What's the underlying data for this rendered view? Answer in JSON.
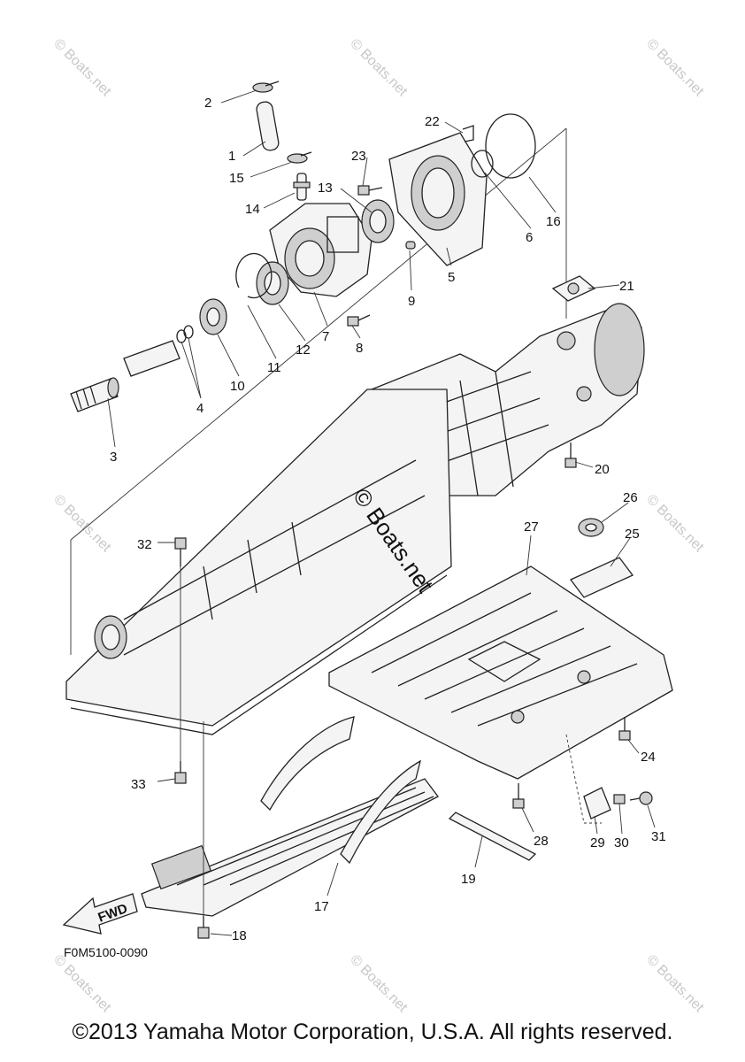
{
  "callouts": [
    {
      "id": "1",
      "label": "1"
    },
    {
      "id": "2",
      "label": "2"
    },
    {
      "id": "3",
      "label": "3"
    },
    {
      "id": "4",
      "label": "4"
    },
    {
      "id": "5",
      "label": "5"
    },
    {
      "id": "6",
      "label": "6"
    },
    {
      "id": "7",
      "label": "7"
    },
    {
      "id": "8",
      "label": "8"
    },
    {
      "id": "9",
      "label": "9"
    },
    {
      "id": "10",
      "label": "10"
    },
    {
      "id": "11",
      "label": "11"
    },
    {
      "id": "12",
      "label": "12"
    },
    {
      "id": "13",
      "label": "13"
    },
    {
      "id": "14",
      "label": "14"
    },
    {
      "id": "15",
      "label": "15"
    },
    {
      "id": "16",
      "label": "16"
    },
    {
      "id": "17",
      "label": "17"
    },
    {
      "id": "18",
      "label": "18"
    },
    {
      "id": "19",
      "label": "19"
    },
    {
      "id": "20",
      "label": "20"
    },
    {
      "id": "21",
      "label": "21"
    },
    {
      "id": "22",
      "label": "22"
    },
    {
      "id": "23",
      "label": "23"
    },
    {
      "id": "24",
      "label": "24"
    },
    {
      "id": "25",
      "label": "25"
    },
    {
      "id": "26",
      "label": "26"
    },
    {
      "id": "27",
      "label": "27"
    },
    {
      "id": "28",
      "label": "28"
    },
    {
      "id": "29",
      "label": "29"
    },
    {
      "id": "30",
      "label": "30"
    },
    {
      "id": "31",
      "label": "31"
    },
    {
      "id": "32",
      "label": "32"
    },
    {
      "id": "33",
      "label": "33"
    }
  ],
  "fwd_label": "FWD",
  "diagram_code": "F0M5100-0090",
  "watermark_small": "© Boats.net",
  "watermark_center": "© Boats.net",
  "copyright": "©2013 Yamaha Motor Corporation, U.S.A. All rights reserved."
}
